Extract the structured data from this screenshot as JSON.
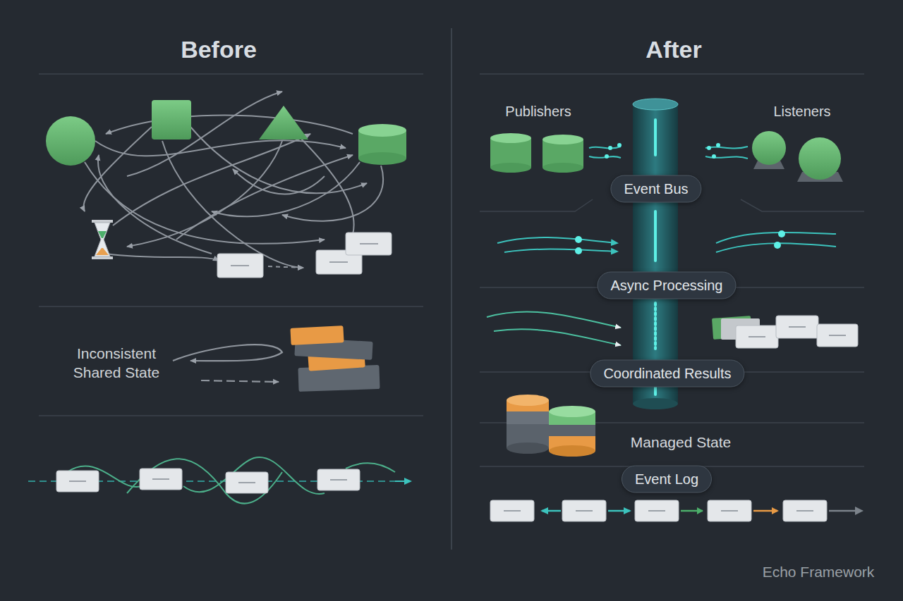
{
  "diagram": {
    "nodes": [
      {
        "text": [
          "Event Bus"
        ]
      },
      {
        "text": [
          "Async Processing"
        ]
      },
      {
        "text": [
          "Coordinated Results"
        ]
      },
      {
        "text": [
          "Event Log"
        ]
      }
    ],
    "labels": [
      "Before",
      "After",
      "Publishers",
      "Listeners",
      "Inconsistent Shared State",
      "Managed State",
      "Echo Framework"
    ]
  }
}
